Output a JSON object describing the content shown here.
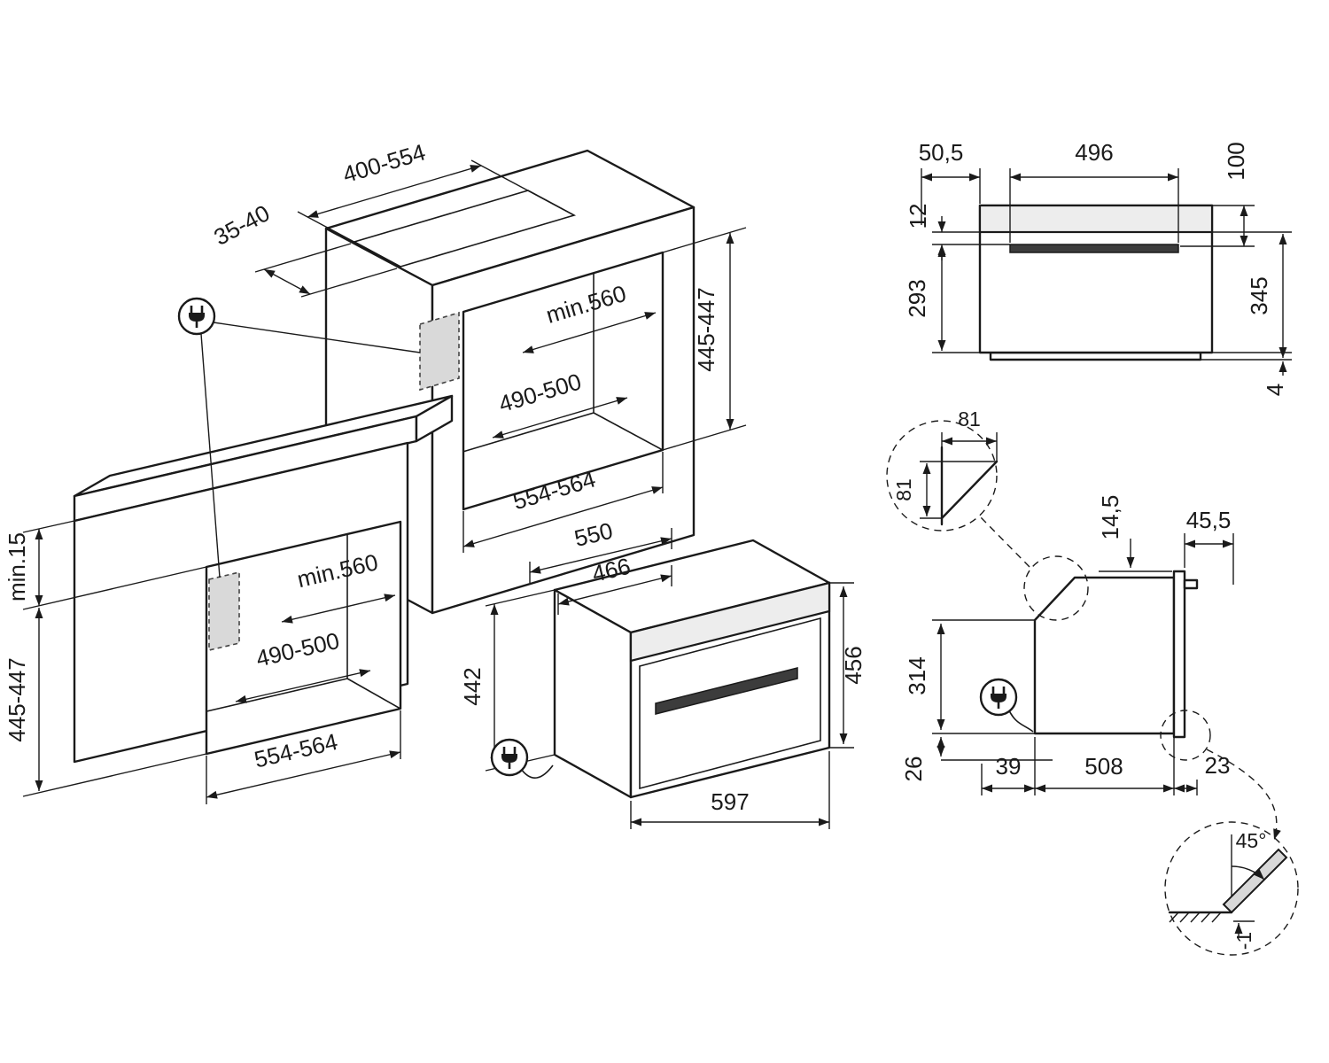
{
  "figure": {
    "tall_unit": {
      "cutout_width": "400-554",
      "cutout_depth": "35-40",
      "niche_min_depth": "min.560",
      "inner_width": "490-500",
      "niche_width": "554-564",
      "niche_height": "445-447"
    },
    "base_unit": {
      "top_clearance": "min.15",
      "niche_height": "445-447",
      "niche_min_depth": "min.560",
      "inner_width": "490-500",
      "niche_width": "554-564"
    },
    "oven": {
      "depth": "550",
      "body_width": "466",
      "body_height": "442",
      "front_height": "456",
      "front_width": "597"
    },
    "front_view": {
      "left_offset": "50,5",
      "handle_width": "496",
      "top_height": "100",
      "panel_gap": "12",
      "lower_height": "293",
      "body_height": "345",
      "plinth_height": "4"
    },
    "side_view": {
      "chamfer_width": "81",
      "chamfer_height": "81",
      "top_gap": "14,5",
      "front_offset": "45,5",
      "rear_height": "314",
      "bottom_gap": "26",
      "rear_clearance": "39",
      "body_depth": "508",
      "door_offset": "23",
      "door_angle": "45°",
      "floor_offset": "-1"
    }
  }
}
